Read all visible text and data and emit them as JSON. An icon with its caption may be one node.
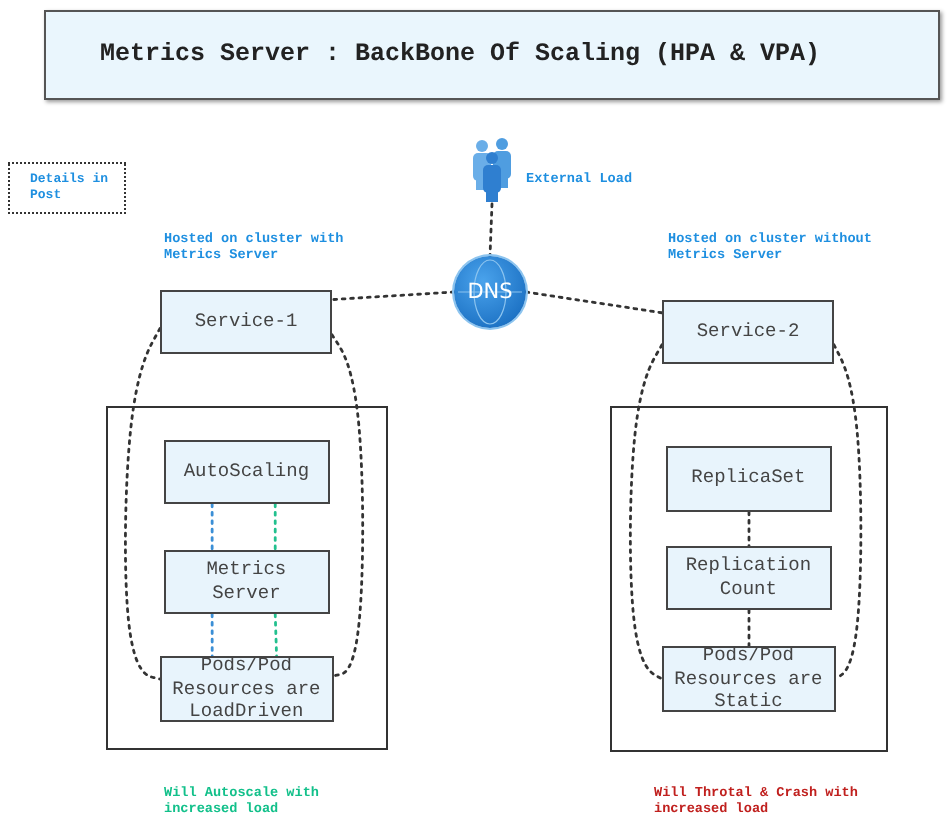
{
  "diagram": {
    "title": "Metrics Server : BackBone Of Scaling (HPA & VPA)",
    "nodes": [
      {
        "text": [
          "Details in Post"
        ]
      },
      {
        "text": [],
        "shape": "person",
        "beside": [
          "External Load"
        ]
      },
      {
        "text": [
          "DNS"
        ]
      },
      {
        "text": [
          "Service-1"
        ],
        "beside": [
          "Hosted on cluster with Metrics Server"
        ]
      },
      {
        "text": [
          "Service-2"
        ],
        "beside": [
          "Hosted on cluster without Metrics Server"
        ]
      },
      {
        "text": [],
        "shape": "box",
        "beside": [
          "Will Autoscale with increased load"
        ]
      },
      {
        "text": [
          "AutoScaling"
        ],
        "in": 5
      },
      {
        "text": [
          "Metrics Server"
        ],
        "in": 5
      },
      {
        "text": [
          "Pods/Pod Resources are LoadDriven"
        ],
        "in": 5
      },
      {
        "text": [],
        "shape": "box",
        "beside": [
          "Will Throtal & Crash with increased load"
        ]
      },
      {
        "text": [
          "ReplicaSet"
        ],
        "in": 9
      },
      {
        "text": [
          "Replication Count"
        ],
        "in": 9
      },
      {
        "text": [
          "Pods/Pod Resources are Static"
        ],
        "in": 9
      }
    ],
    "edges": [
      {
        "from": 1,
        "to": 2,
        "arrow": "none",
        "style": "dashed"
      },
      {
        "from": 2,
        "to": 3,
        "arrow": "none",
        "style": "dashed"
      },
      {
        "from": 2,
        "to": 4,
        "arrow": "none",
        "style": "dashed"
      },
      {
        "from": 3,
        "to": 8,
        "arrow": "none",
        "style": "dashed"
      },
      {
        "from": 3,
        "to": 8,
        "arrow": "none",
        "style": "dashed"
      },
      {
        "from": 4,
        "to": 12,
        "arrow": "none",
        "style": "dashed"
      },
      {
        "from": 4,
        "to": 12,
        "arrow": "none",
        "style": "dashed"
      },
      {
        "from": 6,
        "to": 7,
        "arrow": "none",
        "style": "dashed",
        "color": "#3b8fd6"
      },
      {
        "from": 6,
        "to": 7,
        "arrow": "none",
        "style": "dashed",
        "color": "#22c08e"
      },
      {
        "from": 7,
        "to": 8,
        "arrow": "none",
        "style": "dashed",
        "color": "#3b8fd6"
      },
      {
        "from": 7,
        "to": 8,
        "arrow": "none",
        "style": "dashed",
        "color": "#22c08e"
      },
      {
        "from": 10,
        "to": 11,
        "arrow": "none",
        "style": "dashed"
      },
      {
        "from": 11,
        "to": 12,
        "arrow": "none",
        "style": "dashed"
      }
    ]
  }
}
